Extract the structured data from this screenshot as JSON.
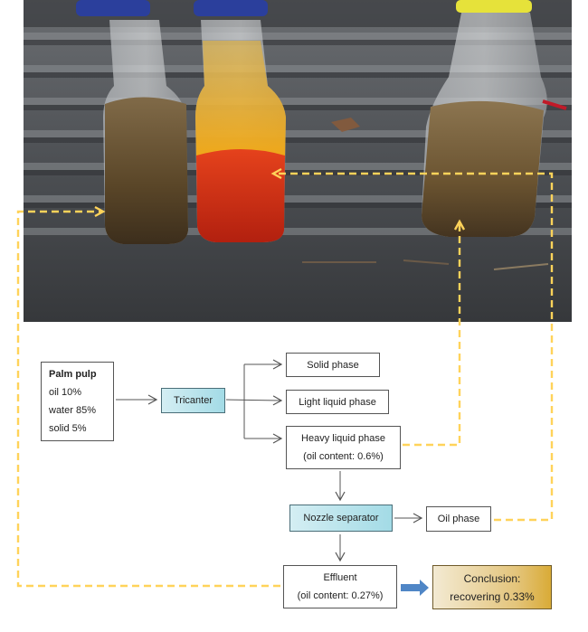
{
  "photo": {
    "description": "Three glass bottles on a corrugated black surface",
    "bottles": [
      {
        "cap_color": "#2b3f9c",
        "contents": "brown effluent",
        "liquid_color": "#5a4628"
      },
      {
        "cap_color": "#2b3f9c",
        "contents": "orange-red oil phase",
        "liquid_color": "#d8321a"
      },
      {
        "cap_color": "#e6e23a",
        "contents": "brown heavy liquid phase",
        "liquid_color": "#6a5330"
      }
    ]
  },
  "nodes": {
    "palm_pulp": {
      "title": "Palm pulp",
      "lines": [
        "oil 10%",
        "water 85%",
        "solid 5%"
      ]
    },
    "tricanter": {
      "label": "Tricanter"
    },
    "solid_phase": {
      "label": "Solid phase"
    },
    "light_liquid_phase": {
      "label": "Light liquid phase"
    },
    "heavy_liquid_phase": {
      "label": "Heavy liquid phase",
      "sub": "(oil content: 0.6%)"
    },
    "nozzle_separator": {
      "label": "Nozzle separator"
    },
    "oil_phase": {
      "label": "Oil phase"
    },
    "effluent": {
      "label": "Effluent",
      "sub": "(oil content: 0.27%)"
    },
    "conclusion": {
      "label": "Conclusion:",
      "sub": "recovering 0.33%"
    }
  },
  "colors": {
    "dashed_link": "#ffd35a",
    "flow_arrow": "#555555",
    "result_arrow": "#4f86c6"
  }
}
